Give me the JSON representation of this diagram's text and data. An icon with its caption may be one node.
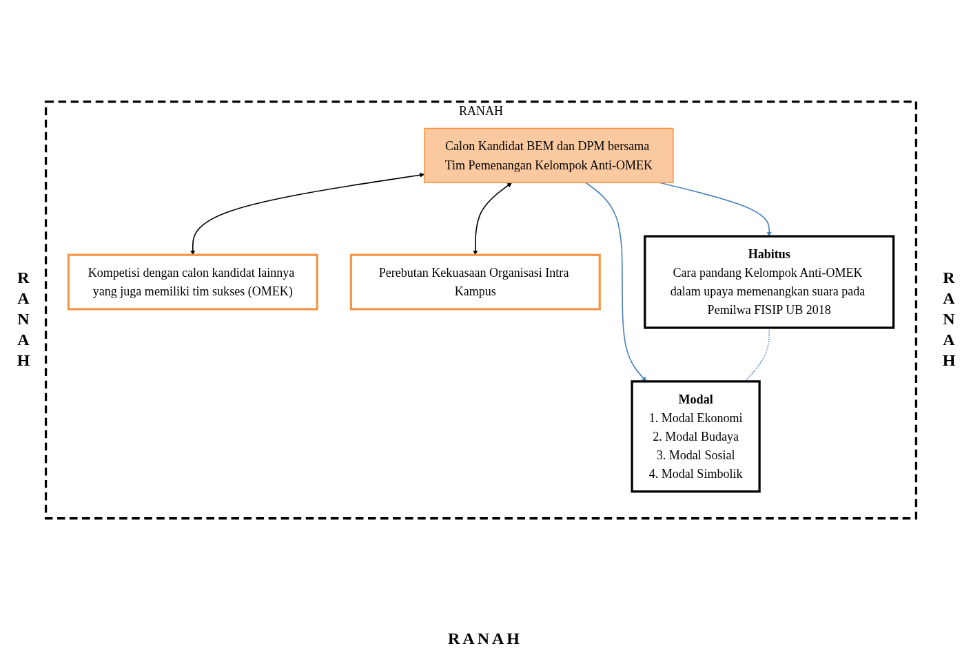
{
  "diagram": {
    "nodes": [
      {
        "text": [
          "RANAH"
        ]
      },
      {
        "text": [
          "Calon Kandidat BEM dan DPM bersama Tim Pemenangan Kelompok Anti-OMEK"
        ],
        "in": 0
      },
      {
        "text": [
          "Kompetisi dengan calon kandidat lainnya yang juga memiliki tim sukses (OMEK)"
        ],
        "in": 0
      },
      {
        "text": [
          "Perebutan Kekuasaan Organisasi Intra Kampus"
        ],
        "in": 0
      },
      {
        "text": [
          "Habitus",
          "Cara pandang Kelompok Anti-OMEK dalam upaya memenangkan suara pada Pemilwa FISIP UB 2018"
        ],
        "in": 0
      },
      {
        "text": [
          "Modal",
          "1. Modal Ekonomi",
          "2. Modal Budaya",
          "3. Modal Sosial",
          "4. Modal Simbolik"
        ],
        "in": 0
      }
    ],
    "edges": [
      {
        "from": 1,
        "to": 2,
        "arrow": "both",
        "color": "#000000"
      },
      {
        "from": 1,
        "to": 3,
        "arrow": "both",
        "color": "#000000"
      },
      {
        "from": 1,
        "to": 4,
        "arrow": "to",
        "color": "#4f81bd"
      },
      {
        "from": 1,
        "to": 5,
        "arrow": "to",
        "color": "#4f81bd"
      },
      {
        "from": 4,
        "to": 5,
        "arrow": "none",
        "style": "dashed",
        "color": "#4f81bd"
      }
    ],
    "labels": [
      "RANAH",
      "RANAH",
      "RANAH"
    ]
  }
}
